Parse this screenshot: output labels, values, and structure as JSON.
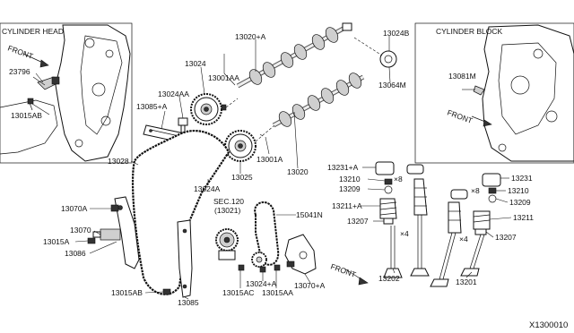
{
  "insets": {
    "left": {
      "title": "CYLINDER HEAD",
      "front": "FRONT"
    },
    "right": {
      "title": "CYLINDER BLOCK",
      "front": "FRONT"
    }
  },
  "labels": {
    "p23796": "23796",
    "p13015AB_top": "13015AB",
    "p13081M": "13081M",
    "p13020A": "13020+A",
    "p13024B": "13024B",
    "p13001AA": "13001AA",
    "p13024": "13024",
    "p13024AA": "13024AA",
    "p13085A": "13085+A",
    "p13064M": "13064M",
    "p13001A": "13001A",
    "p13020": "13020",
    "p13028": "13028",
    "p13025": "13025",
    "p13024A": "13024A",
    "sec120": "SEC.120",
    "sec120sub": "(13021)",
    "p15041N": "15041N",
    "p13070A": "13070A",
    "p13070": "13070",
    "p13015A": "13015A",
    "p13086": "13086",
    "p13015AB_bot": "13015AB",
    "p13085": "13085",
    "p13015AC": "13015AC",
    "p13024A2": "13024+A",
    "p13015AA": "13015AA",
    "p13070A2": "13070+A",
    "p13231A": "13231+A",
    "p13210L": "13210",
    "p13209L": "13209",
    "p13211A": "13211+A",
    "p13207L": "13207",
    "p13202": "13202",
    "p13231": "13231",
    "p13210R": "13210",
    "p13209R": "13209",
    "p13211": "13211",
    "p13207R": "13207",
    "p13201": "13201",
    "x8a": "×8",
    "x8b": "×8",
    "x4a": "×4",
    "x4b": "×4",
    "front_main": "FRONT",
    "diagram_code": "X1300010"
  }
}
